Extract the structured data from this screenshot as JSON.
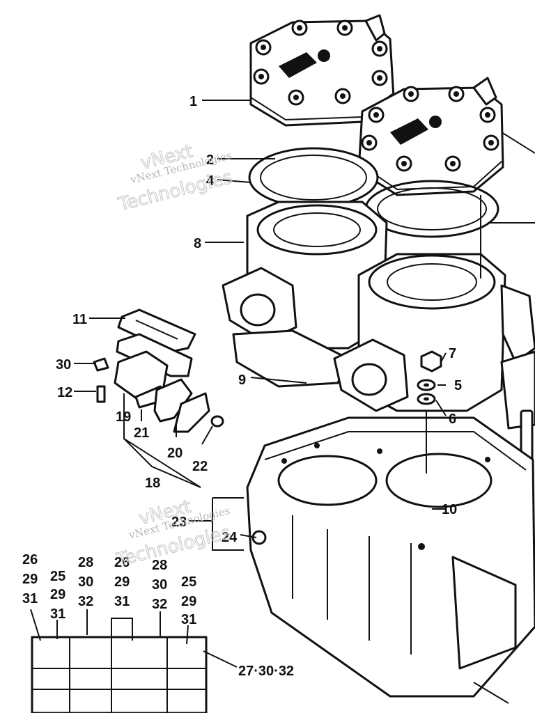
{
  "watermark": {
    "brand_top": "vNext",
    "brand_line": "vNext Technologies",
    "brand_big": "Technologies"
  },
  "callouts": {
    "c1": "1",
    "c2": "2",
    "c4": "4",
    "c8": "8",
    "c9": "9",
    "c11": "11",
    "c30a": "30",
    "c12": "12",
    "c19": "19",
    "c21": "21",
    "c20": "20",
    "c22": "22",
    "c18": "18",
    "c7": "7",
    "c5": "5",
    "c6": "6",
    "c10": "10",
    "c23": "23",
    "c24": "24",
    "bolt_a1": "26",
    "bolt_a2": "29",
    "bolt_a3": "31",
    "bolt_b1": "25",
    "bolt_b2": "29",
    "bolt_b3": "31",
    "bolt_c1": "28",
    "bolt_c2": "30",
    "bolt_c3": "32",
    "bolt_d1": "26",
    "bolt_d2": "29",
    "bolt_d3": "31",
    "bolt_e1": "28",
    "bolt_e2": "30",
    "bolt_e3": "32",
    "bolt_f1": "25",
    "bolt_f2": "29",
    "bolt_f3": "31",
    "bolt_g": "27·30·32"
  }
}
